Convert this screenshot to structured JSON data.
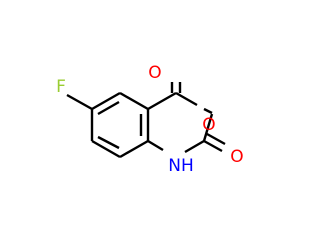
{
  "molecule": {
    "atoms": [
      {
        "id": "F",
        "label": "F",
        "color": "#9acd32"
      },
      {
        "id": "O1",
        "label": "O",
        "color": "#ff0000"
      },
      {
        "id": "O2",
        "label": "O",
        "color": "#ff0000"
      },
      {
        "id": "O3",
        "label": "O",
        "color": "#ff0000"
      },
      {
        "id": "N",
        "label": "NH",
        "color": "#0000ff"
      }
    ],
    "bond_color": "#000000"
  }
}
